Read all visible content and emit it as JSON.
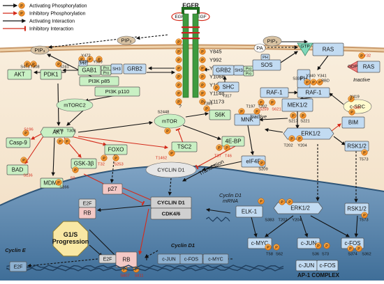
{
  "legend": {
    "activating_phosphorylation": "Activating Phosphorylation",
    "inhibitory_phosphorylation": "Inhibitory Phosphorylation",
    "activating_interaction": "Activating Interaction",
    "inhibitory_interaction": "Inhibitory Interaction"
  },
  "phospho_symbol": "P",
  "receptor": {
    "name": "EGFR",
    "ligand": "EGF"
  },
  "receptor_sites": [
    "Y845",
    "Y992",
    "Y1045",
    "Y1068",
    "Y1086",
    "Y1148",
    "Y1173"
  ],
  "lipids": {
    "pip2_left": "PIP₂",
    "pip3": "PIP₃",
    "pip2_right": "PIP₂",
    "pa": "PA"
  },
  "proteins": {
    "akt_membrane": "AKT",
    "pdk1": "PDK1",
    "gab1": "GAB1",
    "pi3k_p85": "PI3K p85",
    "pi3k_p110": "PI3K p110",
    "grb2_left": "GRB2",
    "grb2_right": "GRB2",
    "shc": "SHC",
    "sos": "SOS",
    "ras_active": "RAS",
    "raf1_inactive": "RAF-1",
    "raf1_active": "RAF-1",
    "ras_inactive": "RAS",
    "gdp": "GDP",
    "gtp": "GTP",
    "c_src": "c-SRC",
    "mtorc2": "mTORC2",
    "mtor": "mTOR",
    "s6k": "S6K",
    "tsc2": "TSC2",
    "four_ebp": "4E-BP",
    "akt": "AKT",
    "casp9": "Casp-9",
    "bad": "BAD",
    "mdm2": "MDM2",
    "gsk3b": "GSK-3β",
    "foxo": "FOXO",
    "mnk": "MNK",
    "mek": "MEK1/2",
    "bim": "BIM",
    "erk_cyto": "ERK1/2",
    "rsk_cyto": "RSK1/2",
    "eif4e": "eIF4E",
    "cyclin_d1_cyto": "CYCLIN D1",
    "p27": "p27",
    "e2f_upper": "E2F",
    "rb_upper": "RB",
    "cyclin_d1_nuc": "CYCLIN D1",
    "cdk46": "CDK4/6",
    "elk1": "ELK-1",
    "erk_nuc": "ERK1/2",
    "rsk_nuc": "RSK1/2",
    "cmyc": "c-MYC",
    "cjun": "c-JUN",
    "cfos": "c-FOS",
    "e2f_lower": "E2F",
    "rb_lower": "RB",
    "e2f_gene": "E2F",
    "gene_cjun": "c-JUN",
    "gene_cfos": "c-FOS",
    "gene_cmyc": "c-MYC",
    "ap1_cjun": "c-JUN",
    "ap1_cfos": "c-FOS"
  },
  "domains": {
    "sh3_left": "SH3",
    "pro_a": "Pro",
    "pro_b": "Pro",
    "ph_gab1": "PH",
    "sh3_right": "SH3",
    "pro_c": "Pro",
    "pro_d": "Pro",
    "ph_sos": "PH",
    "rbd": "RBD"
  },
  "sites": {
    "akt_mem": [
      "S473",
      "T308"
    ],
    "pdk1": "S241",
    "gab1": [
      "Y472",
      "Y446",
      "Y589"
    ],
    "shc": "Y317",
    "raf_inactive": [
      "S259",
      "S621"
    ],
    "raf_active": [
      "S338",
      "Y340",
      "Y341"
    ],
    "ras_inactive_mark": "Y32",
    "csrc": "Y419",
    "mtor": "S2448",
    "s6k": "T389",
    "tsc2": "T1462",
    "four_ebp": [
      "T37",
      "T46"
    ],
    "akt": [
      "S473",
      "T308"
    ],
    "casp9": "S196",
    "bad": "S136",
    "mdm2": "S166",
    "gsk3b": "S9",
    "foxo": [
      "T32",
      "S253"
    ],
    "mnk": [
      "T197",
      "T202"
    ],
    "mek": [
      "S217",
      "S221"
    ],
    "erk_cyto": [
      "T202",
      "Y204"
    ],
    "bim": "S69",
    "rsk_cyto": "T573",
    "eif4e": "S209",
    "elk1": "S383",
    "erk_nuc": [
      "T202",
      "Y204"
    ],
    "rsk_nuc": "T573",
    "cmyc": [
      "T58",
      "S62"
    ],
    "cjun": [
      "S36",
      "S73"
    ],
    "cfos": [
      "S374",
      "S362"
    ],
    "rb": [
      "S807",
      "S811"
    ]
  },
  "states": {
    "inactive_left": "Inactive",
    "inactive_right": "Inactive",
    "question": "?"
  },
  "process_labels": {
    "g1s": "G1/S\nProgression",
    "cyclin_e": "Cyclin E",
    "cyclin_d1_gene": "Cyclin D1",
    "cyclin_d1_mrna": "Cyclin D1\nmRNA",
    "translation": "Translation",
    "ap1": "AP-1 COMPLEX"
  },
  "colors": {
    "activating": "#111111",
    "inhibitory": "#d42a1a",
    "phospho": "#f08a1c",
    "protein_green": "#c9f0c4",
    "protein_blue": "#c2dbf2",
    "protein_grey": "#e0e0e0",
    "nucleus": "#5a86ad",
    "cytoplasm": "#f8ecdb",
    "membrane": "#d9b07a"
  }
}
